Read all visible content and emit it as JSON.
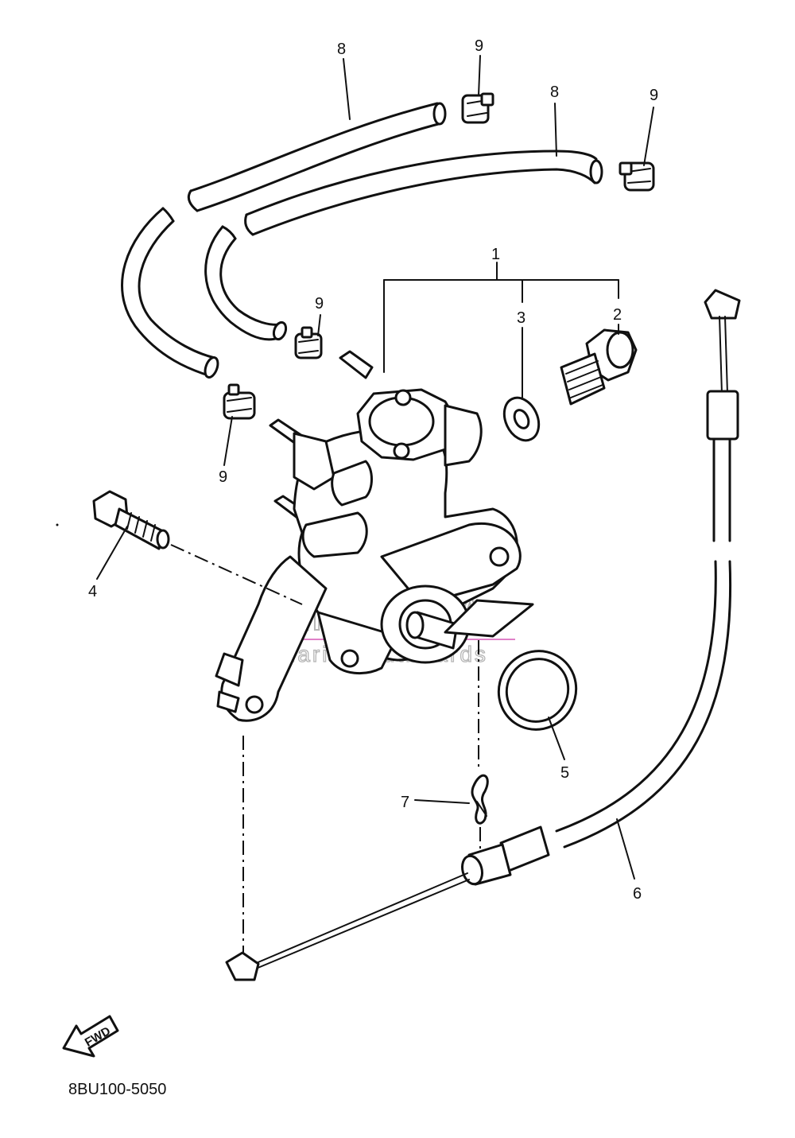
{
  "diagram_code": "8BU100-5050",
  "watermark": {
    "brand": "ARMADA",
    "tagline": "marine outboards"
  },
  "direction_badge": "FWD",
  "callouts": [
    {
      "id": "c1",
      "number": "1"
    },
    {
      "id": "c2",
      "number": "2"
    },
    {
      "id": "c3",
      "number": "3"
    },
    {
      "id": "c4",
      "number": "4"
    },
    {
      "id": "c5",
      "number": "5"
    },
    {
      "id": "c6",
      "number": "6"
    },
    {
      "id": "c7",
      "number": "7"
    },
    {
      "id": "c8a",
      "number": "8"
    },
    {
      "id": "c8b",
      "number": "8"
    },
    {
      "id": "c9a",
      "number": "9"
    },
    {
      "id": "c9b",
      "number": "9"
    },
    {
      "id": "c9c",
      "number": "9"
    },
    {
      "id": "c9d",
      "number": "9"
    }
  ],
  "colors": {
    "line": "#111111",
    "watermark_text": "#b5b5b5",
    "watermark_logo": "#e080c8"
  }
}
